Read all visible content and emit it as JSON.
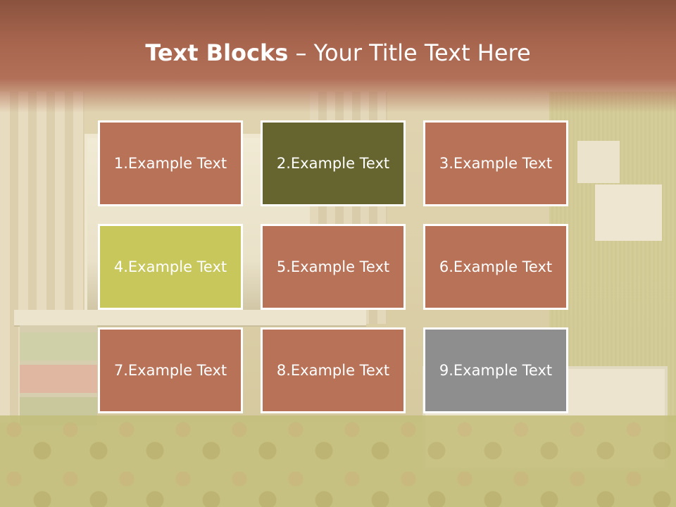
{
  "title": {
    "bold": "Text Blocks",
    "separator": " – ",
    "rest": "Your Title Text Here"
  },
  "colors": {
    "header": "#a9664f",
    "block_default": "#b87258",
    "block_olive": "#67652f",
    "block_lime": "#c7c75c",
    "block_gray": "#8e8e8e",
    "border": "#ffffff"
  },
  "blocks": [
    {
      "label": "1.Example Text",
      "color": "#b87258"
    },
    {
      "label": "2.Example Text",
      "color": "#67652f"
    },
    {
      "label": "3.Example Text",
      "color": "#b87258"
    },
    {
      "label": "4.Example Text",
      "color": "#c7c75c"
    },
    {
      "label": "5.Example Text",
      "color": "#b87258"
    },
    {
      "label": "6.Example Text",
      "color": "#b87258"
    },
    {
      "label": "7.Example Text",
      "color": "#b87258"
    },
    {
      "label": "8.Example Text",
      "color": "#b87258"
    },
    {
      "label": "9.Example Text",
      "color": "#8e8e8e"
    }
  ]
}
